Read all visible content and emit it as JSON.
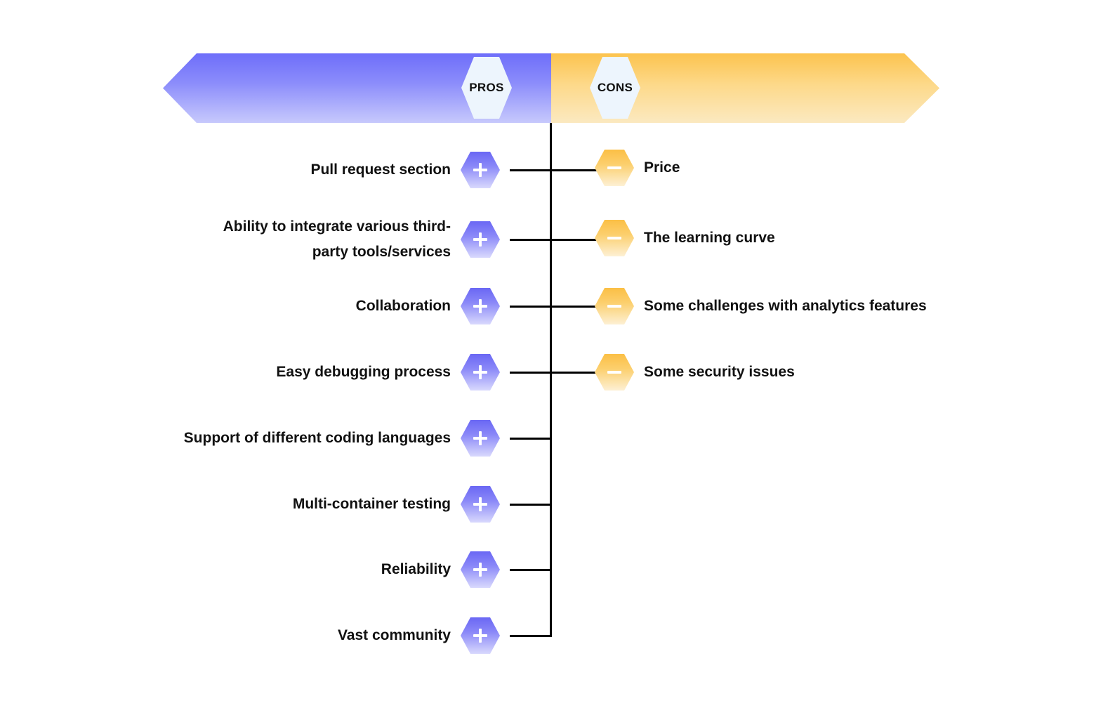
{
  "diagram": {
    "type": "pros-and-cons-comparison",
    "banner": {
      "pros_label": "PROS",
      "cons_label": "CONS",
      "pros_gradient_top": "#6E6EFA",
      "pros_gradient_bottom": "#C7C9FC",
      "cons_gradient_top": "#FCC34E",
      "cons_gradient_bottom": "#FBE9C0",
      "hex_badge_fill": "#EDF5FD"
    },
    "icons": {
      "plus": "plus-icon",
      "minus": "minus-icon"
    },
    "colors": {
      "plus_badge_top": "#6A67F4",
      "plus_badge_bottom": "#D9D9FD",
      "minus_badge_top": "#FBBF45",
      "minus_badge_bottom": "#FDF0D4",
      "connector_line": "#000000",
      "text": "#111111"
    },
    "pros": [
      {
        "label": "Pull request section"
      },
      {
        "label": "Ability to integrate various third-party tools/services"
      },
      {
        "label": "Collaboration"
      },
      {
        "label": "Easy debugging process"
      },
      {
        "label": "Support of different coding languages"
      },
      {
        "label": "Multi-container testing"
      },
      {
        "label": "Reliability"
      },
      {
        "label": "Vast community"
      }
    ],
    "cons": [
      {
        "label": "Price"
      },
      {
        "label": "The learning curve"
      },
      {
        "label": "Some challenges with analytics features"
      },
      {
        "label": "Some security issues"
      }
    ]
  }
}
